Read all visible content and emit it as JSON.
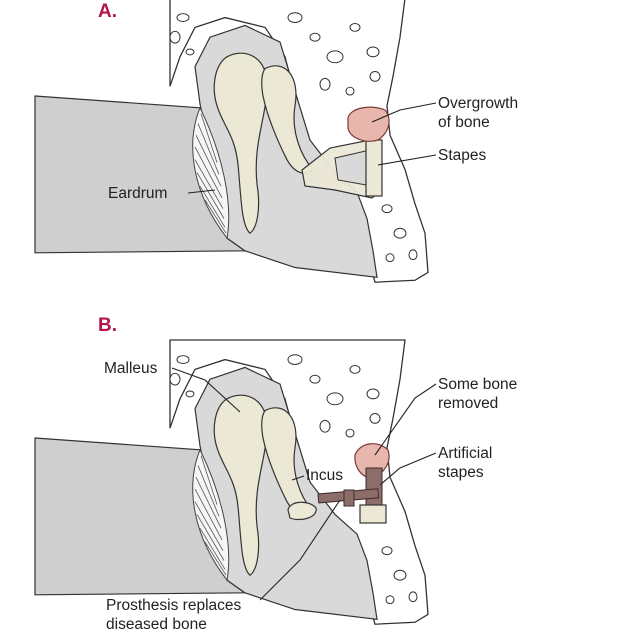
{
  "panels": [
    {
      "letter": "A.",
      "labels": {
        "eardrum": "Eardrum",
        "overgrowth_line1": "Overgrowth",
        "overgrowth_line2": "of bone",
        "stapes": "Stapes"
      }
    },
    {
      "letter": "B.",
      "labels": {
        "malleus": "Malleus",
        "incus": "Incus",
        "some_bone_line1": "Some bone",
        "some_bone_line2": "removed",
        "artificial_line1": "Artificial",
        "artificial_line2": "stapes",
        "prosthesis_line1": "Prosthesis replaces",
        "prosthesis_line2": "diseased bone"
      }
    }
  ],
  "colors": {
    "panel_letter": "#b0164a",
    "overgrowth": "#e7b7ad",
    "prosthesis": "#8d6d6a",
    "bone": "#ece8d6",
    "cavity": "#d9d9d9"
  }
}
